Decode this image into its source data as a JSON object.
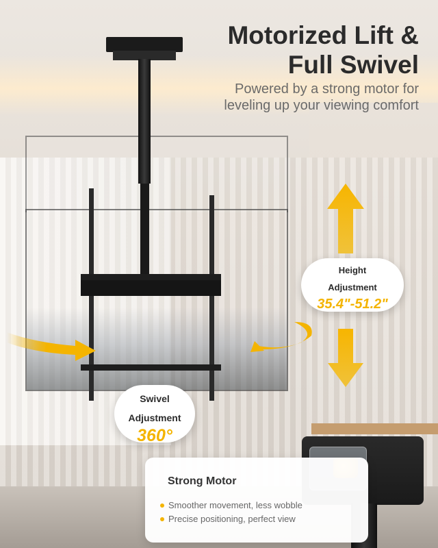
{
  "headline": {
    "line1": "Motorized Lift &",
    "line2": "Full Swivel",
    "sub_line1": "Powered by a strong motor for",
    "sub_line2": "leveling up your viewing comfort"
  },
  "height_badge": {
    "label_line1": "Height",
    "label_line2": "Adjustment",
    "value": "35.4\"-51.2\""
  },
  "swivel_badge": {
    "label_line1": "Swivel",
    "label_line2": "Adjustment",
    "value": "360°"
  },
  "motor_card": {
    "title": "Strong Motor",
    "bullets": [
      "Smoother movement, less wobble",
      "Precise positioning, perfect view"
    ]
  },
  "colors": {
    "accent": "#f4b400",
    "heading": "#2b2b2b",
    "subtext": "#6a6a6a"
  },
  "icons": [
    "up-arrow-icon",
    "down-arrow-icon",
    "curved-swivel-arrow-icon",
    "bullet-dot-icon"
  ]
}
